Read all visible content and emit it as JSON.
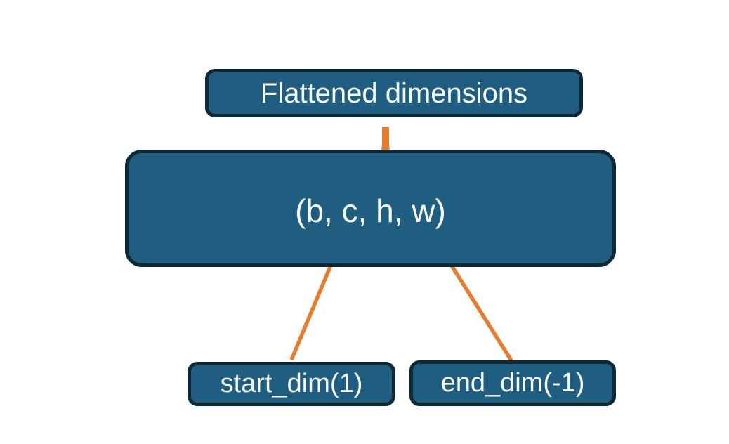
{
  "colors": {
    "background": "#ffffff",
    "node_fill": "#205e81",
    "node_border": "#0d2936",
    "connector": "#e67c2e",
    "text_color": "#f7fafc"
  },
  "nodes": {
    "flattened": {
      "label": "Flattened dimensions"
    },
    "tensor": {
      "label": "(b, c, h, w)"
    },
    "start_dim": {
      "label": "start_dim(1)"
    },
    "end_dim": {
      "label": "end_dim(-1)"
    }
  }
}
